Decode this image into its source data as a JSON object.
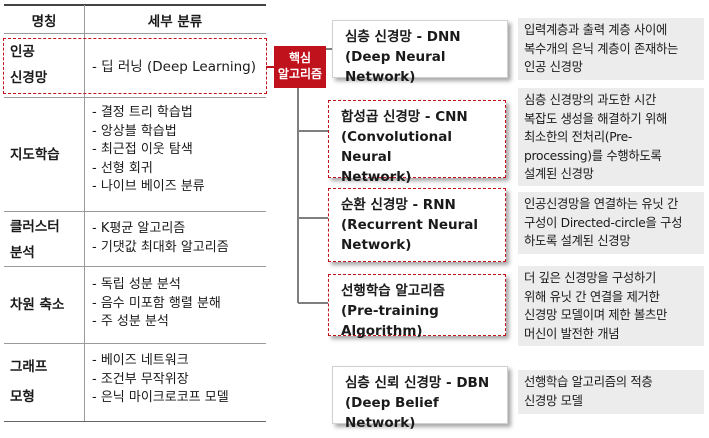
{
  "table": {
    "headers": {
      "name": "명칭",
      "detail": "세부 분류"
    },
    "rows": [
      {
        "name": [
          "인공",
          "신경망"
        ],
        "items": [
          "- 딥 러닝 (Deep Learning)"
        ]
      },
      {
        "name": [
          "지도학습"
        ],
        "items": [
          "- 결정 트리 학습법",
          "- 앙상블 학습법",
          "- 최근접 이웃 탐색",
          "- 선형 회귀",
          "- 나이브 베이즈 분류"
        ]
      },
      {
        "name": [
          "클러스터",
          "분석"
        ],
        "items": [
          "- K평균 알고리즘",
          "- 기댓값 최대화 알고리즘"
        ]
      },
      {
        "name": [
          "차원 축소"
        ],
        "items": [
          "- 독립 성분 분석",
          "- 음수 미포함 행렬 분해",
          "- 주 성분 분석"
        ]
      },
      {
        "name": [
          "그래프",
          "모형"
        ],
        "items": [
          "- 베이즈 네트워크",
          "- 조건부 무작위장",
          "- 은닉 마이크로코프 모델"
        ]
      }
    ]
  },
  "core_label": [
    "핵심",
    "알고리즘"
  ],
  "algorithms": [
    {
      "title": [
        "심층 신경망 - DNN",
        "(Deep Neural Network)"
      ],
      "desc": [
        "입력계층과 출력 계층 사이에",
        "복수개의 은닉 계층이 존재하는",
        "인공 신경망"
      ]
    },
    {
      "title": [
        "합성곱 신경망 - CNN",
        "(Convolutional Neural",
        "Network)"
      ],
      "desc": [
        "심층 신경망의 과도한 시간",
        "복잡도 생성을 해결하기 위해",
        "최소한의 전처리(Pre-",
        "processing)를 수행하도록",
        "설계된 신경망"
      ]
    },
    {
      "title": [
        "순환 신경망 - RNN",
        "(Recurrent Neural",
        "Network)"
      ],
      "desc": [
        "인공신경망을 연결하는 유닛 간",
        "구성이 Directed-circle을 구성",
        "하도록 설계된 신경망"
      ]
    },
    {
      "title": [
        "선행학습 알고리즘",
        "(Pre-training Algorithm)"
      ],
      "desc": [
        "더 깊은 신경망을 구성하기",
        "위해 유닛 간 연결을 제거한",
        "신경망 모델이며 제한 볼츠만",
        "머신이 발전한 개념"
      ]
    },
    {
      "title": [
        "심층 신뢰 신경망 - DBN",
        "(Deep Belief Network)"
      ],
      "desc": [
        "선행학습 알고리즘의 적층",
        "신경망 모델"
      ]
    }
  ],
  "colors": {
    "accent": "#c0121c",
    "desc_bg": "#ececec",
    "connector": "#7f7f7f",
    "rule": "#9a9a9a"
  }
}
